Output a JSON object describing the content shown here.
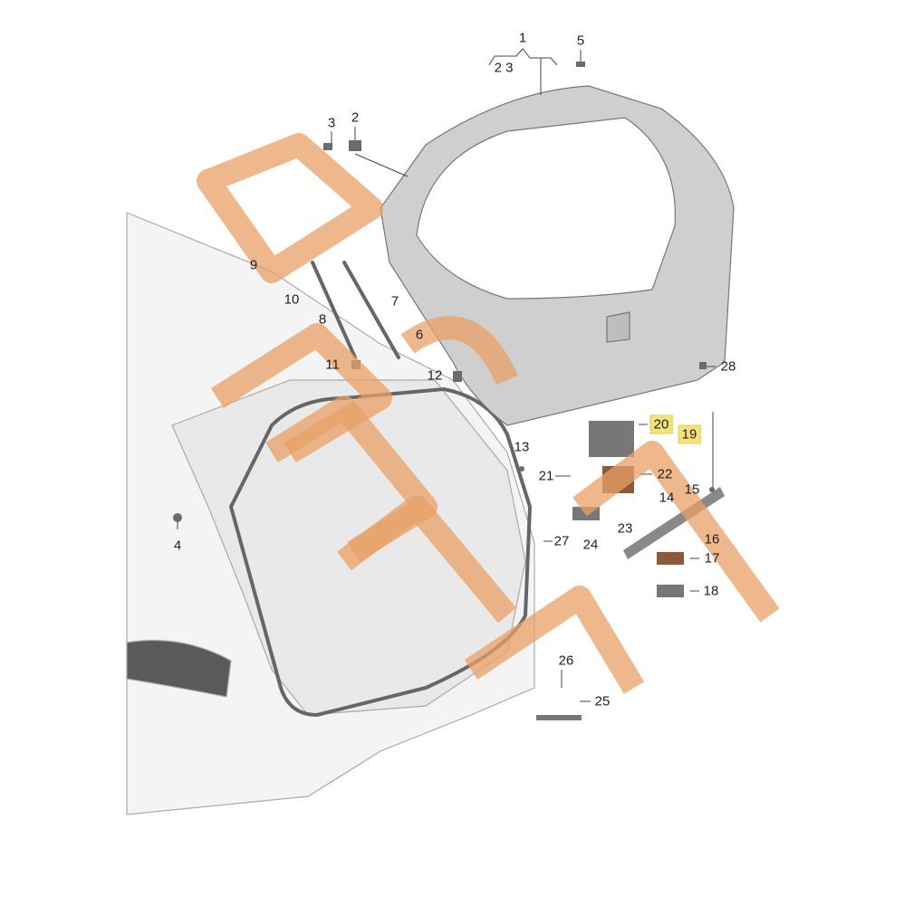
{
  "diagram": {
    "description_labels": [
      "1",
      "2 3",
      "5",
      "3",
      "2",
      "9",
      "10",
      "7",
      "8",
      "6",
      "11",
      "12",
      "28",
      "20",
      "19",
      "13",
      "21",
      "22",
      "15",
      "14",
      "16",
      "23",
      "24",
      "27",
      "17",
      "18",
      "4",
      "26",
      "25"
    ],
    "highlighted_labels": [
      "20",
      "19"
    ],
    "colors": {
      "highlight": "#f3e37a",
      "watermark": "#e8a066",
      "line": "#555555",
      "part": "#6b6b6b",
      "part_brown": "#8a5a3a"
    },
    "watermark_text": "PARTS"
  }
}
